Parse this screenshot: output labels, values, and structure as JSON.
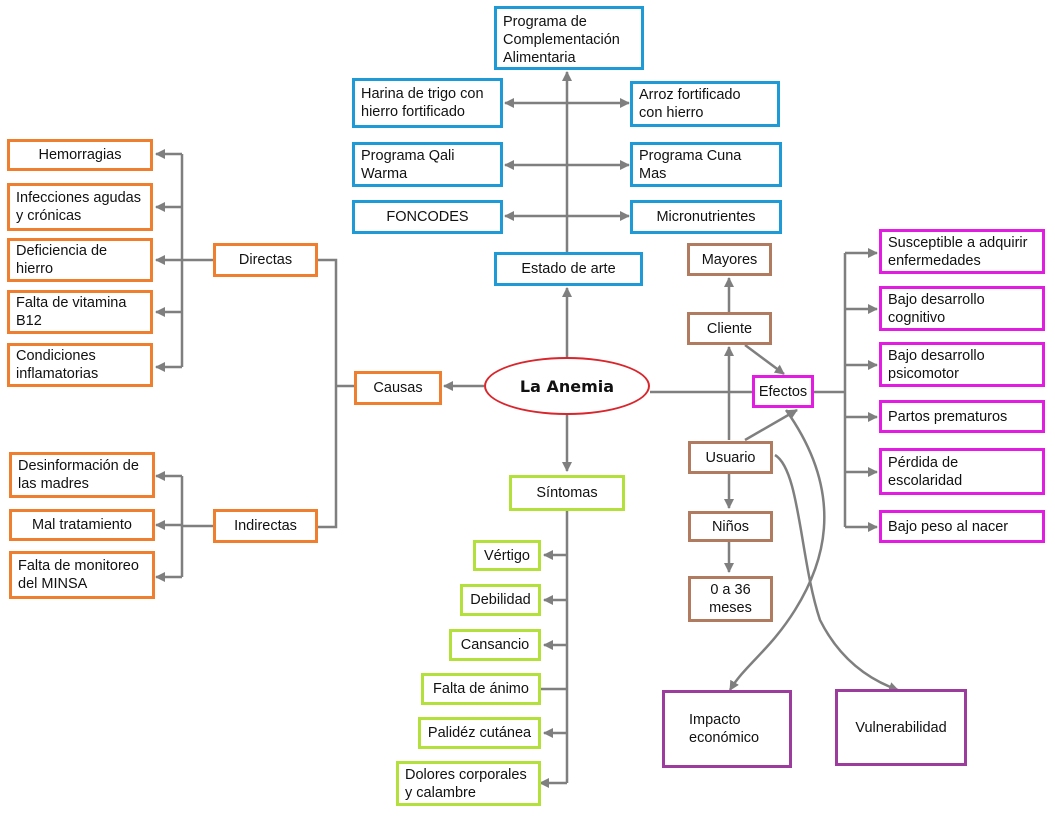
{
  "center": "La Anemia",
  "estado": {
    "title": "Estado de arte",
    "programa_complementacion": "Programa de\nComplementación\nAlimentaria",
    "harina": "Harina de trigo con\nhierro fortificado",
    "arroz": "Arroz fortificado\ncon hierro",
    "qali_warma": "Programa Qali\nWarma",
    "cuna_mas": "Programa Cuna\nMas",
    "foncodes": "FONCODES",
    "micronutrientes": "Micronutrientes"
  },
  "causas": {
    "title": "Causas",
    "directas": {
      "label": "Directas",
      "items": [
        "Hemorragias",
        "Infecciones agudas\ny crónicas",
        "Deficiencia de\nhierro",
        "Falta de vitamina\nB12",
        "Condiciones\ninflamatorias"
      ]
    },
    "indirectas": {
      "label": "Indirectas",
      "items": [
        "Desinformación de\nlas madres",
        "Mal tratamiento",
        "Falta de monitoreo\ndel MINSA"
      ]
    }
  },
  "sintomas": {
    "title": "Síntomas",
    "items": [
      "Vértigo",
      "Debilidad",
      "Cansancio",
      "Falta de ánimo",
      "Palidéz cutánea",
      "Dolores corporales\ny calambre"
    ]
  },
  "usuarios": {
    "mayores": "Mayores",
    "cliente": "Cliente",
    "usuario": "Usuario",
    "ninos": "Niños",
    "edad": "0 a 36\nmeses"
  },
  "efectos": {
    "title": "Efectos",
    "items": [
      "Susceptible a adquirir\nenfermedades",
      "Bajo desarrollo\ncognitivo",
      "Bajo desarrollo\npsicomotor",
      "Partos prematuros",
      "Pérdida de\nescolaridad",
      "Bajo peso al nacer"
    ]
  },
  "impacto": "Impacto\neconómico",
  "vulnerabilidad": "Vulnerabilidad",
  "colors": {
    "estado": "#1e9ad6",
    "causas": "#ef7f2f",
    "sintomas": "#b3e03a",
    "usuarios": "#b07b5e",
    "efectos": "#e21ce0",
    "consecuencias": "#9c3d9e",
    "center": "#d9252b",
    "connector": "#7f7f7f"
  }
}
